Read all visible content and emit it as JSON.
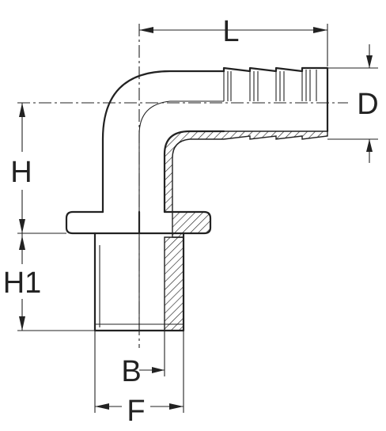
{
  "diagram": {
    "labels": {
      "L": "L",
      "D": "D",
      "H": "H",
      "H1": "H1",
      "B": "B",
      "F": "F"
    },
    "colors": {
      "line": "#222222",
      "background": "#ffffff"
    }
  }
}
